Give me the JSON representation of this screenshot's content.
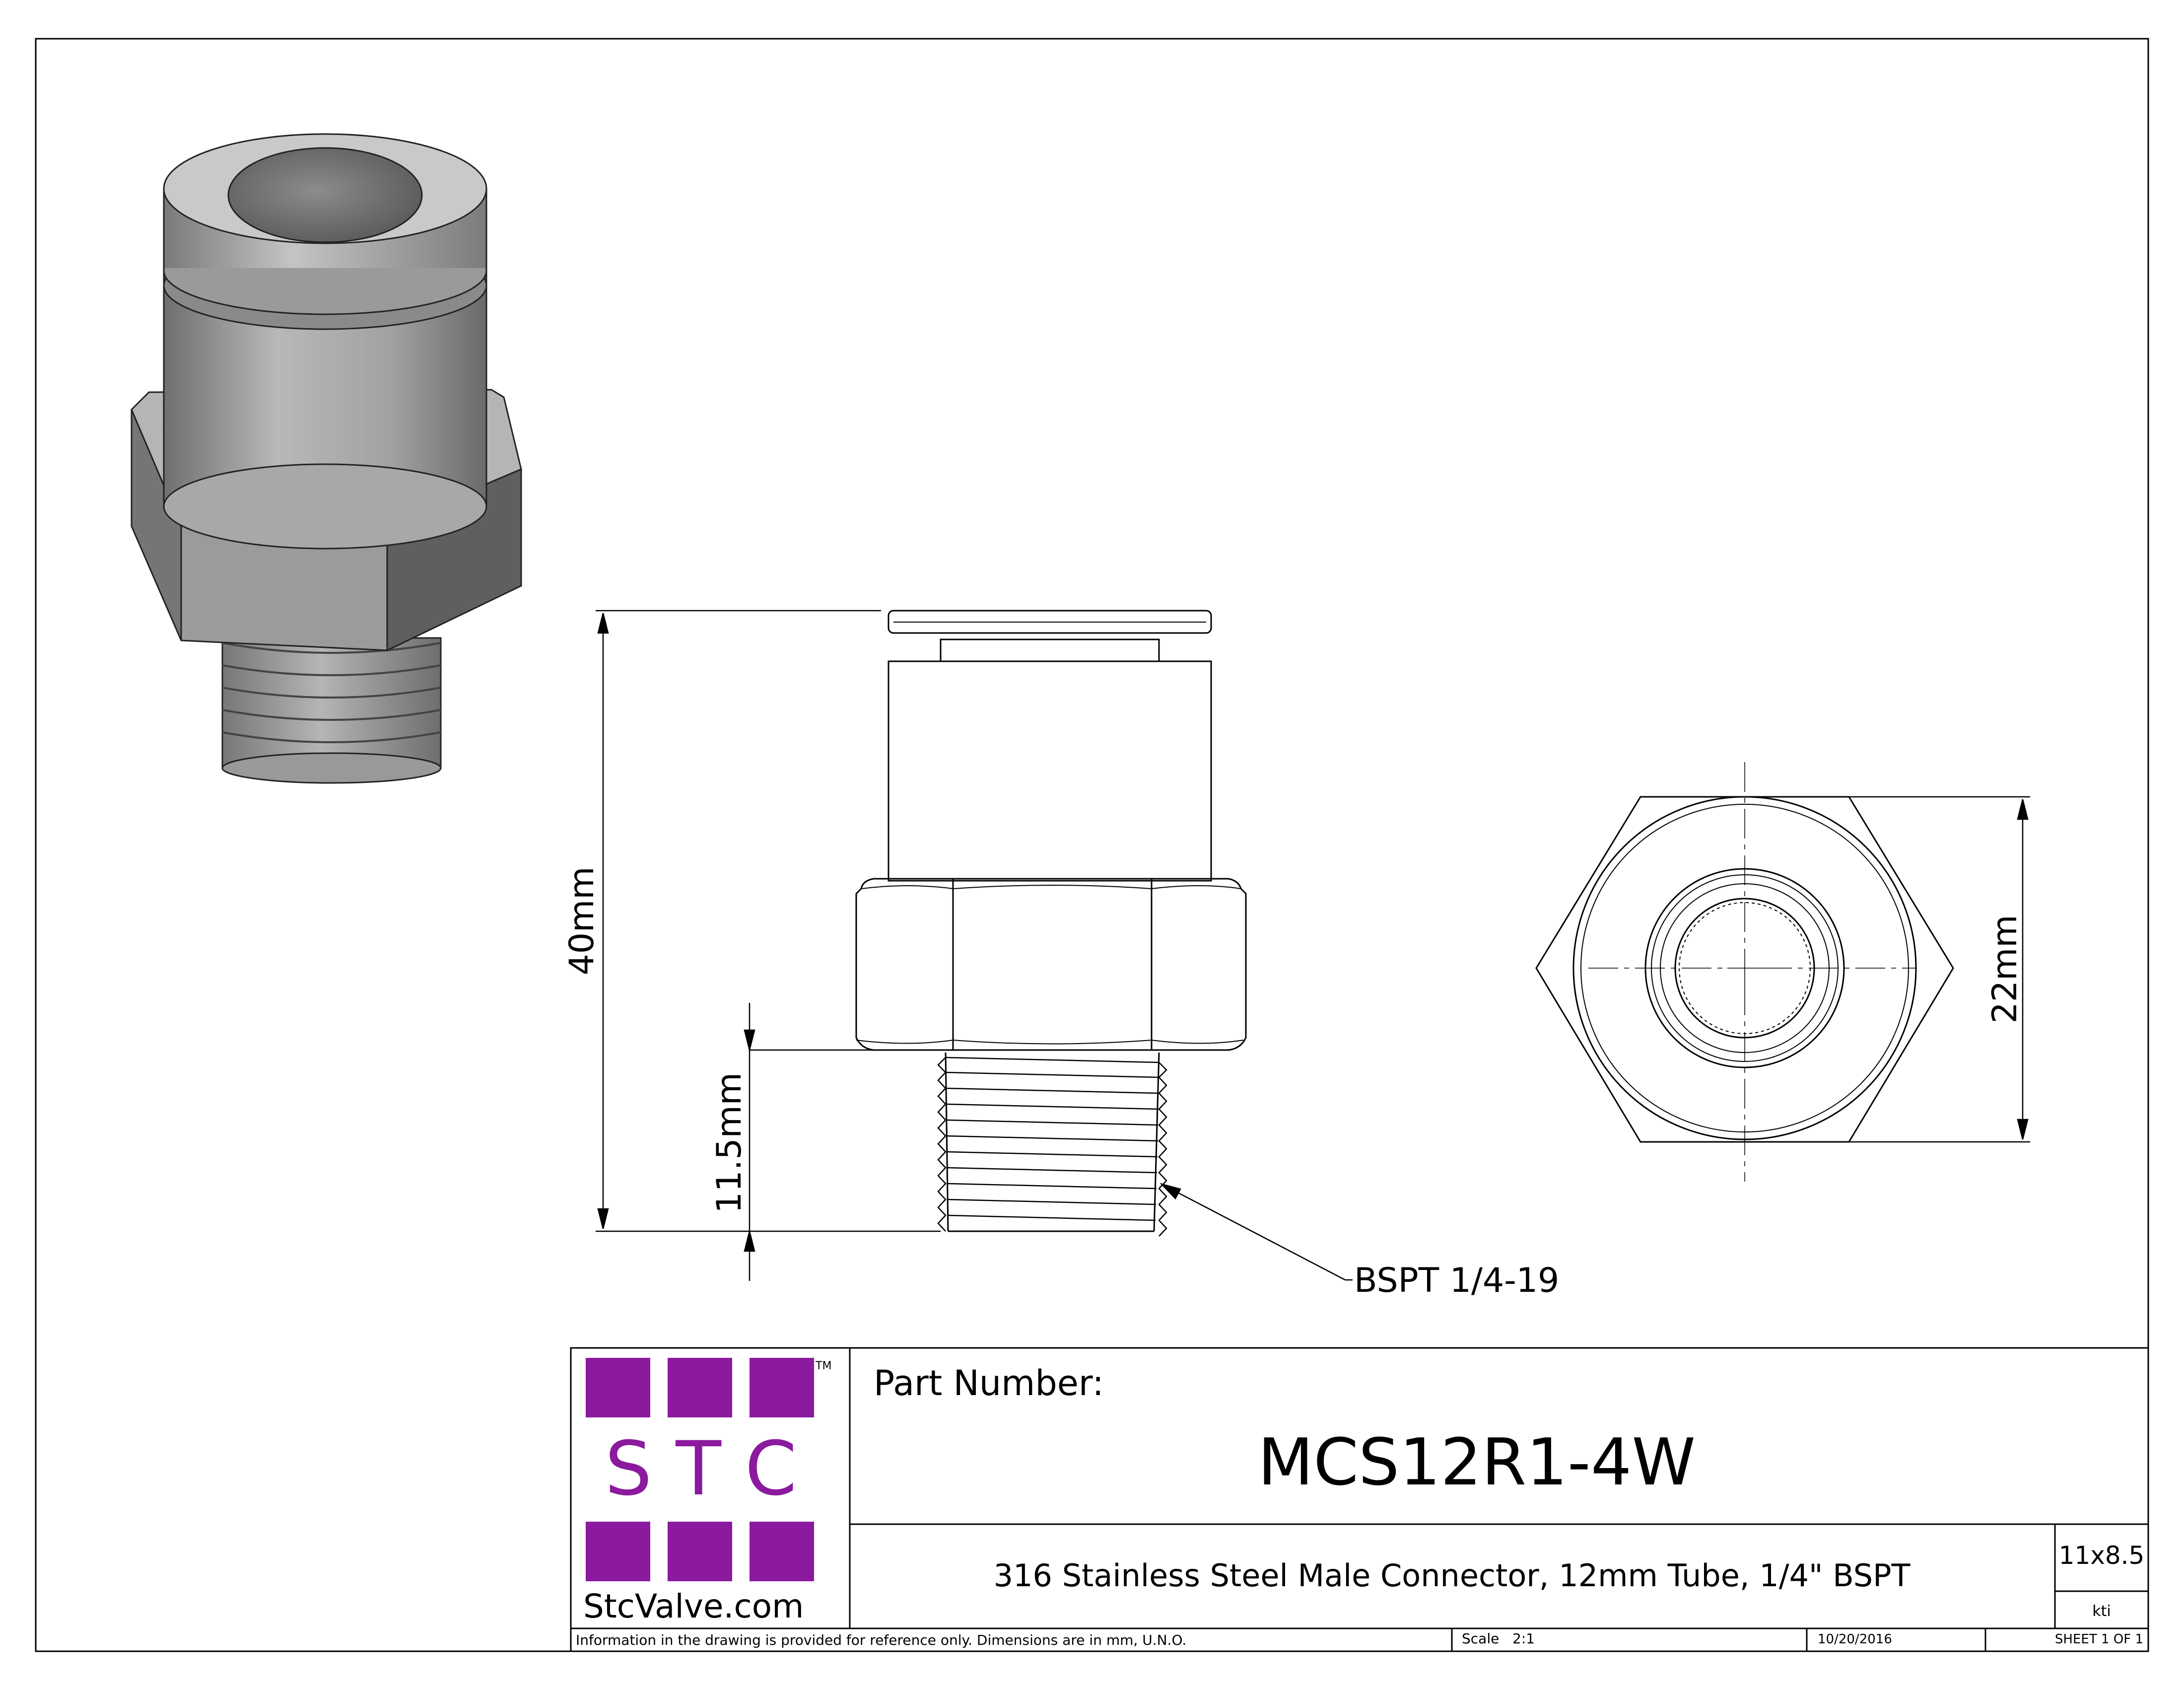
{
  "drawing": {
    "dimensions": {
      "overall_height": "40mm",
      "thread_length": "11.5mm",
      "hex_across_flats": "22mm"
    },
    "callout": "BSPT 1/4-19"
  },
  "title_block": {
    "logo": {
      "letters": "S T C",
      "trademark": "TM",
      "website": "StcValve.com",
      "color": "#8B1A9E"
    },
    "part_number_label": "Part Number:",
    "part_number": "MCS12R1-4W",
    "description": "316 Stainless Steel Male Connector, 12mm Tube, 1/4\" BSPT",
    "size": "11x8.5",
    "author": "kti",
    "note": "Information in the drawing is provided for reference only. Dimensions are in mm, U.N.O.",
    "scale": "Scale   2:1",
    "date": "10/20/2016",
    "sheet": "SHEET 1 OF 1"
  }
}
